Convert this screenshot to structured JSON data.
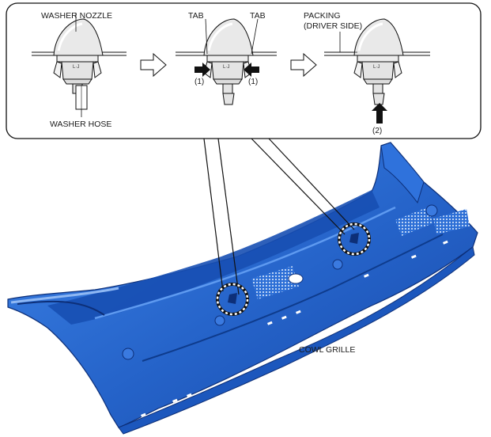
{
  "callout": {
    "step1": {
      "nozzle_label": "WASHER NOZZLE",
      "hose_label": "WASHER HOSE"
    },
    "step2": {
      "tab_left_label": "TAB",
      "tab_right_label": "TAB",
      "press_left_label": "(1)",
      "press_right_label": "(1)"
    },
    "step3": {
      "packing_label_line1": "PACKING",
      "packing_label_line2": "(DRIVER SIDE)",
      "push_label": "(2)"
    }
  },
  "main": {
    "part_label": "COWL GRILLE"
  },
  "colors": {
    "part_blue": "#2563c9",
    "part_dark": "#0f3f95",
    "outline": "#111111"
  }
}
